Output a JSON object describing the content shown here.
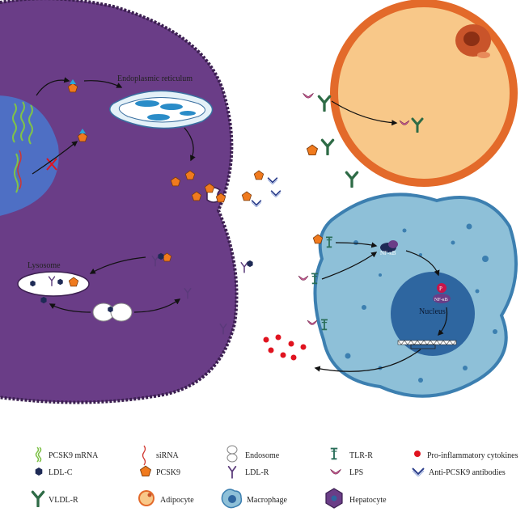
{
  "labels": {
    "er": "Endoplasmic reticulum",
    "lysosome": "Lysosome",
    "nucleus": "Nucleus",
    "nfkb": "NF-κB",
    "p": "P"
  },
  "legend": [
    {
      "key": "pcsk9_mrna",
      "label": "PCSK9 mRNA"
    },
    {
      "key": "sirna",
      "label": "siRNA"
    },
    {
      "key": "endosome",
      "label": "Endosome"
    },
    {
      "key": "tlr_r",
      "label": "TLR-R"
    },
    {
      "key": "cytokines",
      "label": "Pro-inflammatory cytokines"
    },
    {
      "key": "ldl_c",
      "label": "LDL-C"
    },
    {
      "key": "pcsk9",
      "label": "PCSK9"
    },
    {
      "key": "ldl_r",
      "label": "LDL-R"
    },
    {
      "key": "lps",
      "label": "LPS"
    },
    {
      "key": "antibodies",
      "label": "Anti-PCSK9 antibodies"
    },
    {
      "key": "vldl_r",
      "label": "VLDL-R"
    },
    {
      "key": "adipocyte",
      "label": "Adipocyte"
    },
    {
      "key": "macrophage",
      "label": "Macrophage"
    },
    {
      "key": "hepatocyte",
      "label": "Hepatocyte"
    }
  ],
  "colors": {
    "hepatocyte": "#6a3d87",
    "nucleus_blue": "#4e6fc4",
    "pcsk9": "#f07a1e",
    "adipocyte_fill": "#f8c889",
    "adipocyte_border": "#e36a2a",
    "macrophage": "#8ec0d8",
    "macrophage_border": "#3c7fb0",
    "cytokine": "#e0131f",
    "receptor_green": "#2e6b46",
    "lps_pink": "#c95b93"
  }
}
